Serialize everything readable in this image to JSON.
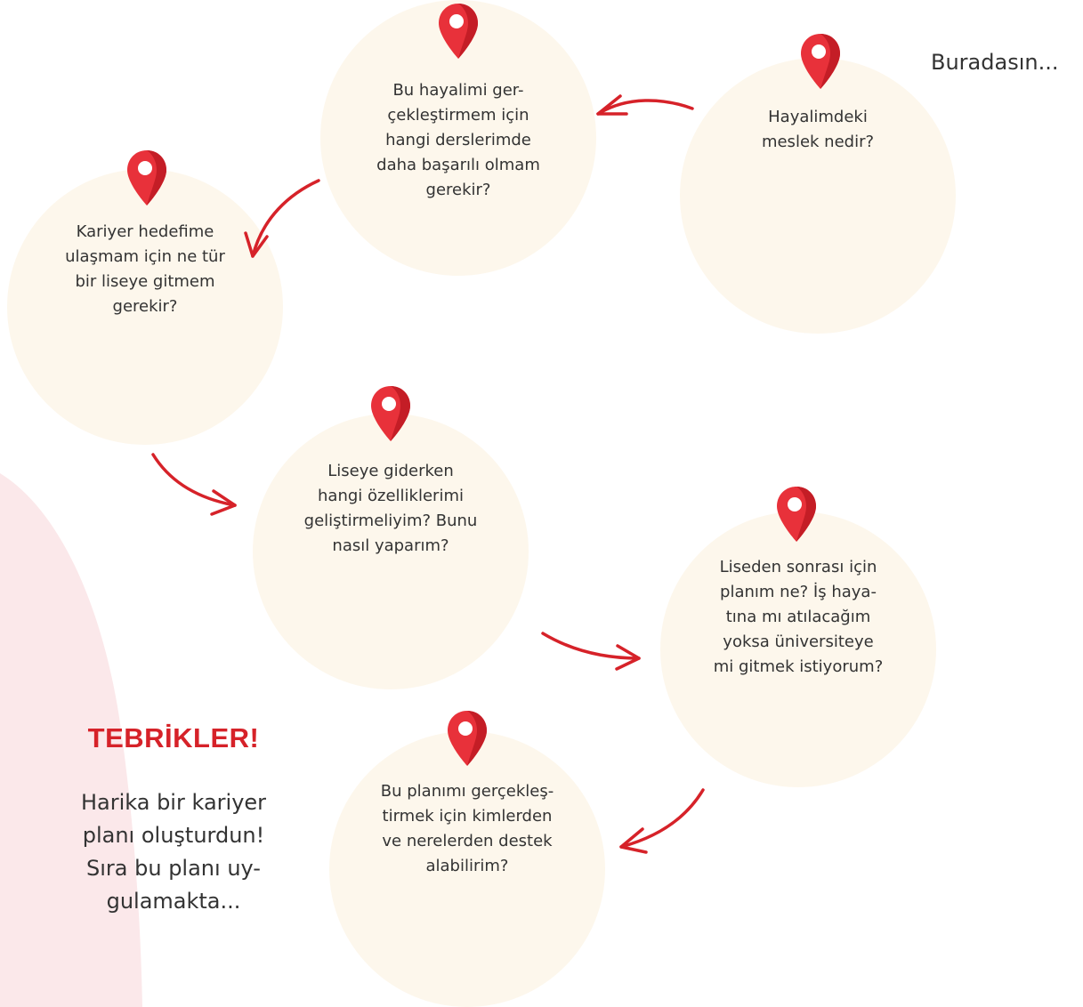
{
  "colors": {
    "accent": "#d62229",
    "pin": "#e8313a",
    "circle_fill": "#fdf7ec",
    "background_blob": "#fbe8ea",
    "text": "#333333"
  },
  "here_label": "Buradasın...",
  "steps": [
    {
      "text": "Hayalimdeki\nmeslek nedir?"
    },
    {
      "text": "Bu hayalimi ger-\nçekleştirmem için\nhangi derslerimde\ndaha başarılı olmam\ngerekir?"
    },
    {
      "text": "Kariyer hedefime\nulaşmam için ne tür\nbir liseye gitmem\ngerekir?"
    },
    {
      "text": "Liseye giderken\nhangi özelliklerimi\ngeliştirmeliyim? Bunu\nnasıl yaparım?"
    },
    {
      "text": "Liseden sonrası için\nplanım ne? İş haya-\ntına mı atılacağım\nyoksa üniversiteye\nmi gitmek istiyorum?"
    },
    {
      "text": "Bu planımı gerçekleş-\ntirmek için kimlerden\nve nerelerden destek\nalabilirim?"
    }
  ],
  "congrats": {
    "title": "TEBRİKLER!",
    "body": "Harika bir kariyer\nplanı oluşturdun!\nSıra bu planı uy-\ngulamakta..."
  },
  "icons": [
    "map-pin-icon",
    "curved-arrow-icon"
  ]
}
